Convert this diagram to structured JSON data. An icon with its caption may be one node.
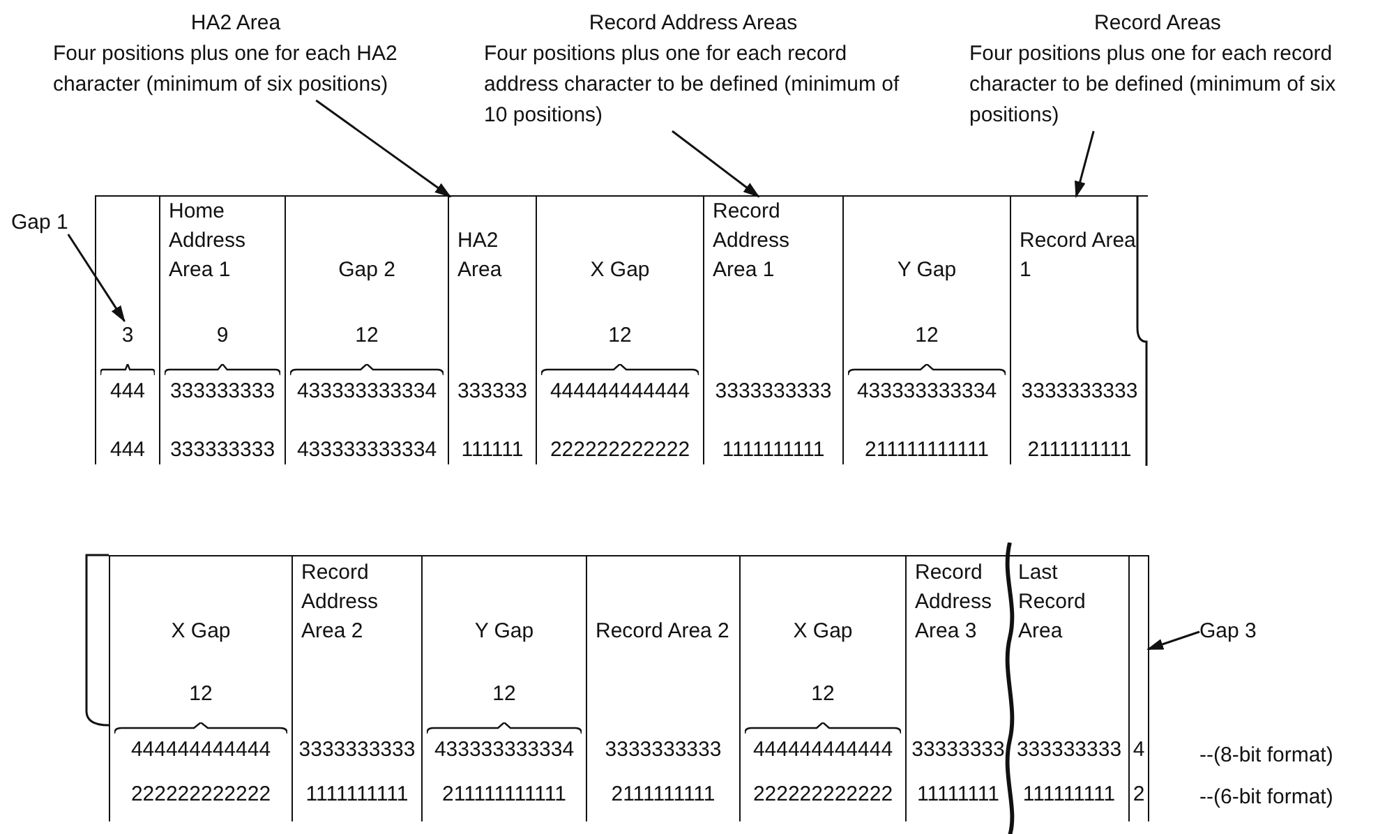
{
  "diagram": {
    "nodes": [
      {
        "text": [
          "HA2 Area",
          "Four positions plus one for each HA2 character (minimum of six positions)"
        ]
      },
      {
        "text": [
          "Record Address Areas",
          "Four positions plus one for each record address character to be defined (minimum of 10 positions)"
        ]
      },
      {
        "text": [
          "Record Areas",
          "Four positions plus one for each record character to be defined (minimum of six positions)"
        ]
      },
      {
        "text": [
          "Gap 1"
        ]
      },
      {
        "text": [],
        "shape": "box"
      },
      {
        "text": [
          "3",
          "444",
          "444"
        ],
        "in": 4
      },
      {
        "text": [
          "Home Address Area 1",
          "9",
          "333333333",
          "333333333"
        ],
        "in": 4
      },
      {
        "text": [
          "Gap 2",
          "12",
          "433333333334",
          "433333333334"
        ],
        "in": 4
      },
      {
        "text": [
          "HA2 Area",
          "333333",
          "111111"
        ],
        "in": 4
      },
      {
        "text": [
          "X Gap",
          "12",
          "444444444444",
          "222222222222"
        ],
        "in": 4
      },
      {
        "text": [
          "Record Address Area 1",
          "3333333333",
          "1111111111"
        ],
        "in": 4
      },
      {
        "text": [
          "Y Gap",
          "12",
          "433333333334",
          "211111111111"
        ],
        "in": 4
      },
      {
        "text": [
          "Record Area 1",
          "3333333333",
          "2111111111"
        ],
        "in": 4
      },
      {
        "text": [],
        "shape": "box"
      },
      {
        "text": [
          "X Gap",
          "12",
          "444444444444",
          "222222222222"
        ],
        "in": 13
      },
      {
        "text": [
          "Record Address Area 2",
          "3333333333",
          "1111111111"
        ],
        "in": 13
      },
      {
        "text": [
          "Y Gap",
          "12",
          "433333333334",
          "211111111111"
        ],
        "in": 13
      },
      {
        "text": [
          "Record Area 2",
          "3333333333",
          "2111111111"
        ],
        "in": 13
      },
      {
        "text": [
          "X Gap",
          "12",
          "444444444444",
          "222222222222"
        ],
        "in": 13
      },
      {
        "text": [
          "Record Address Area 3",
          "33333333",
          "11111111"
        ],
        "in": 13
      },
      {
        "text": [
          "Last Record Area",
          "333333333",
          "111111111"
        ],
        "in": 13
      },
      {
        "text": [
          "4",
          "2"
        ],
        "in": 13
      },
      {
        "text": [
          "Gap 3"
        ]
      }
    ],
    "edges": [
      {
        "from": 0,
        "to": 8,
        "arrow": "to"
      },
      {
        "from": 1,
        "to": 10,
        "arrow": "to"
      },
      {
        "from": 2,
        "to": 12,
        "arrow": "to"
      },
      {
        "from": 3,
        "to": 5,
        "arrow": "to"
      },
      {
        "from": 22,
        "to": 21,
        "arrow": "to"
      }
    ],
    "labels": [
      "--(8-bit format)",
      "--(6-bit format)"
    ]
  }
}
